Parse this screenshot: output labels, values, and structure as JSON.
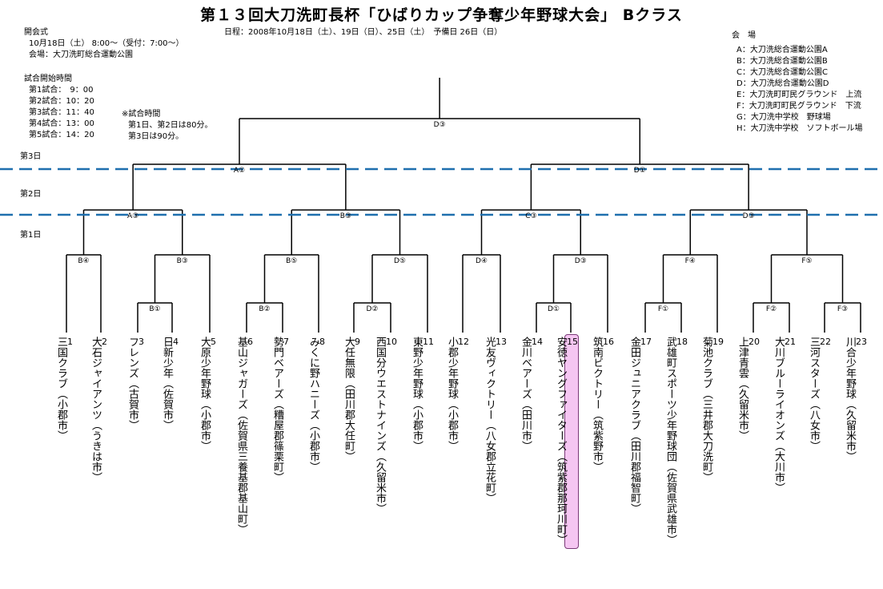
{
  "title": "第１３回大刀洗町長杯「ひばりカップ争奪少年野球大会」 Bクラス",
  "opening": {
    "heading": "開会式",
    "datetime": "10月18日（土） 8:00～（受付：7:00～）",
    "venue": "会場：大刀洗町総合運動公園"
  },
  "schedule": "日程：2008年10月18日（土）、19日（日）、25日（土）　予備日 26日（日）",
  "start_times": {
    "heading": "試合開始時間",
    "items": [
      "第1試合：　9：00",
      "第2試合：10：20",
      "第3試合：11：40",
      "第4試合：13：00",
      "第5試合：14：20"
    ]
  },
  "game_time_note": [
    "※試合時間",
    "第1日、第2日は80分。",
    "第3日は90分。"
  ],
  "venues": {
    "heading": "会　場",
    "items": [
      "A：大刀洗総合運動公園A",
      "B：大刀洗総合運動公園B",
      "C：大刀洗総合運動公園C",
      "D：大刀洗総合運動公園D",
      "E：大刀洗町町民グラウンド　上流",
      "F：大刀洗町町民グラウンド　下流",
      "G：大刀洗中学校　野球場",
      "H：大刀洗中学校　ソフトボール場"
    ]
  },
  "days": [
    "第3日",
    "第2日",
    "第1日"
  ],
  "colors": {
    "day_divider": "#1f6fae",
    "highlight_fill": "#f5c6f2",
    "highlight_border": "#7a3a78"
  },
  "bracket": {
    "teams": [
      {
        "num": "1",
        "name": "三国クラブ（小郡市）"
      },
      {
        "num": "2",
        "name": "大石ジャイアンツ（うきは市）"
      },
      {
        "num": "3",
        "name": "フレンズ（古賀市）"
      },
      {
        "num": "4",
        "name": "日新少年（佐賀市）"
      },
      {
        "num": "5",
        "name": "大原少年野球（小郡市）"
      },
      {
        "num": "6",
        "name": "基山ジャガーズ（佐賀県三養基郡基山町）"
      },
      {
        "num": "7",
        "name": "勢門ベアーズ（糟屋郡篠栗町）"
      },
      {
        "num": "8",
        "name": "みくに野ハニーズ（小郡市）"
      },
      {
        "num": "9",
        "name": "大任無限（田川郡大任町）"
      },
      {
        "num": "10",
        "name": "西国分ウエストナインズ（久留米市）"
      },
      {
        "num": "11",
        "name": "東野少年野球（小郡市）"
      },
      {
        "num": "12",
        "name": "小郡少年野球（小郡市）"
      },
      {
        "num": "13",
        "name": "光友ヴィクトリー（八女郡立花町）"
      },
      {
        "num": "14",
        "name": "金川ベアーズ（田川市）"
      },
      {
        "num": "15",
        "name": "安徳ヤングファイターズ（筑紫郡那珂川町）",
        "highlight": true
      },
      {
        "num": "16",
        "name": "筑南ビクトリー（筑紫野市）"
      },
      {
        "num": "17",
        "name": "金田ジュニアクラブ（田川郡福智町）"
      },
      {
        "num": "18",
        "name": "武雄町スポーツ少年野球団（佐賀県武雄市）"
      },
      {
        "num": "19",
        "name": "菊池クラブ（三井郡大刀洗町）"
      },
      {
        "num": "20",
        "name": "上津青雲（久留米市）"
      },
      {
        "num": "21",
        "name": "大川ブルーライオンズ（大川市）"
      },
      {
        "num": "22",
        "name": "三河スターズ（八女市）"
      },
      {
        "num": "23",
        "name": "川合少年野球（久留米市）"
      }
    ],
    "matches": [
      {
        "label": "B①"
      },
      {
        "label": "D②"
      },
      {
        "label": "D①"
      },
      {
        "label": "F①"
      },
      {
        "label": "F②"
      },
      {
        "label": "F③"
      },
      {
        "label": "B④"
      },
      {
        "label": "B③"
      },
      {
        "label": "B②"
      },
      {
        "label": "B⑤"
      },
      {
        "label": "D⑤"
      },
      {
        "label": "D④"
      },
      {
        "label": "D③"
      },
      {
        "label": "F④"
      },
      {
        "label": "F⑤"
      },
      {
        "label": "A③"
      },
      {
        "label": "B③"
      },
      {
        "label": "C③"
      },
      {
        "label": "D③"
      },
      {
        "label": "A①"
      },
      {
        "label": "D①"
      },
      {
        "label": "D③"
      }
    ]
  }
}
